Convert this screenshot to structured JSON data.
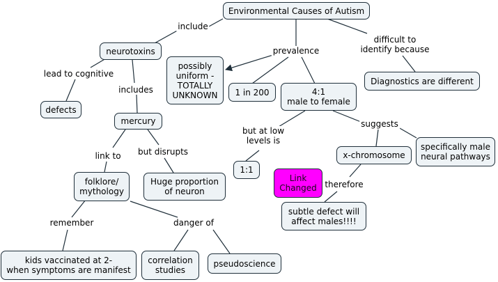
{
  "nodes": {
    "root": "Environmental Causes of Autism",
    "neurotoxins": "neurotoxins",
    "possibly": "possibly\nuniform -\nTOTALLY\nUNKNOWN",
    "one_in_200": "1 in 200",
    "ratio": "4:1\nmale to female",
    "diagnostics": "Diagnostics are different",
    "defects": "defects",
    "mercury": "mercury",
    "one_to_one": "1:1",
    "xchrom": "x-chromosome",
    "male_neural": "specifically male\nneural pathways",
    "link_changed": "Link\nChanged",
    "folklore": "folklore/\nmythology",
    "huge": "Huge proportion\nof neuron",
    "subtle": "subtle defect will\naffect males!!!!",
    "kids": "kids vaccinated at 2-\nwhen symptoms are manifest",
    "correlation": "correlation\nstudies",
    "pseudo": "pseudoscience"
  },
  "labels": {
    "include": "include",
    "prevalence": "prevalence",
    "difficult": "difficult to\nidentify because",
    "lead_to": "lead to cognitive",
    "includes": "includes",
    "but_at_low": "but at low\nlevels is",
    "suggests": "suggests",
    "link_to": "link to",
    "but_disrupts": "but disrupts",
    "therefore": "therefore",
    "remember": "remember",
    "danger_of": "danger of"
  },
  "colors": {
    "node_fill": "#eef3f6",
    "border": "#1f2f3a",
    "highlight": "#ff00ff",
    "line": "#1f2f3a"
  }
}
